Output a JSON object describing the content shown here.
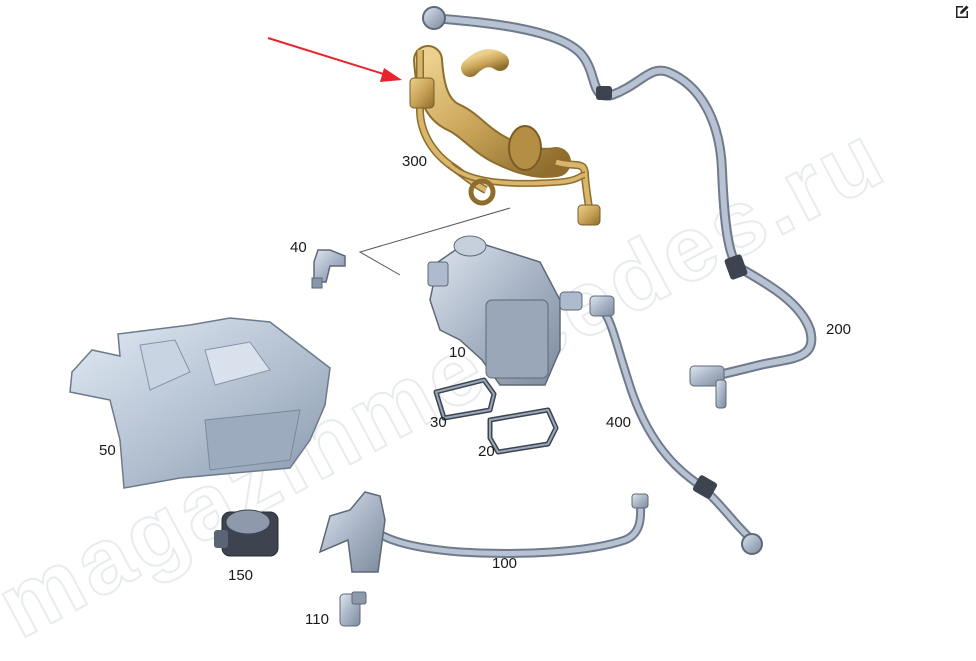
{
  "toolbar": {
    "edit_icon": "edit-icon"
  },
  "watermark": "magazinmercedes.ru",
  "annotation_arrow_color": "#e8242c",
  "parts": [
    {
      "id": "300",
      "name": "breather-line-highlighted",
      "color": "#c9a458"
    },
    {
      "id": "200",
      "name": "vent-line-long"
    },
    {
      "id": "40",
      "name": "sensor-elbow"
    },
    {
      "id": "10",
      "name": "oil-separator"
    },
    {
      "id": "400",
      "name": "return-line"
    },
    {
      "id": "30",
      "name": "gasket-small"
    },
    {
      "id": "20",
      "name": "gasket-large"
    },
    {
      "id": "50",
      "name": "heat-shield"
    },
    {
      "id": "150",
      "name": "valve-connector"
    },
    {
      "id": "100",
      "name": "bracket-pipe"
    },
    {
      "id": "110",
      "name": "sensor-small"
    }
  ],
  "labels": {
    "p300": "300",
    "p200": "200",
    "p40": "40",
    "p10": "10",
    "p400": "400",
    "p30": "30",
    "p20": "20",
    "p50": "50",
    "p150": "150",
    "p100": "100",
    "p110": "110"
  }
}
